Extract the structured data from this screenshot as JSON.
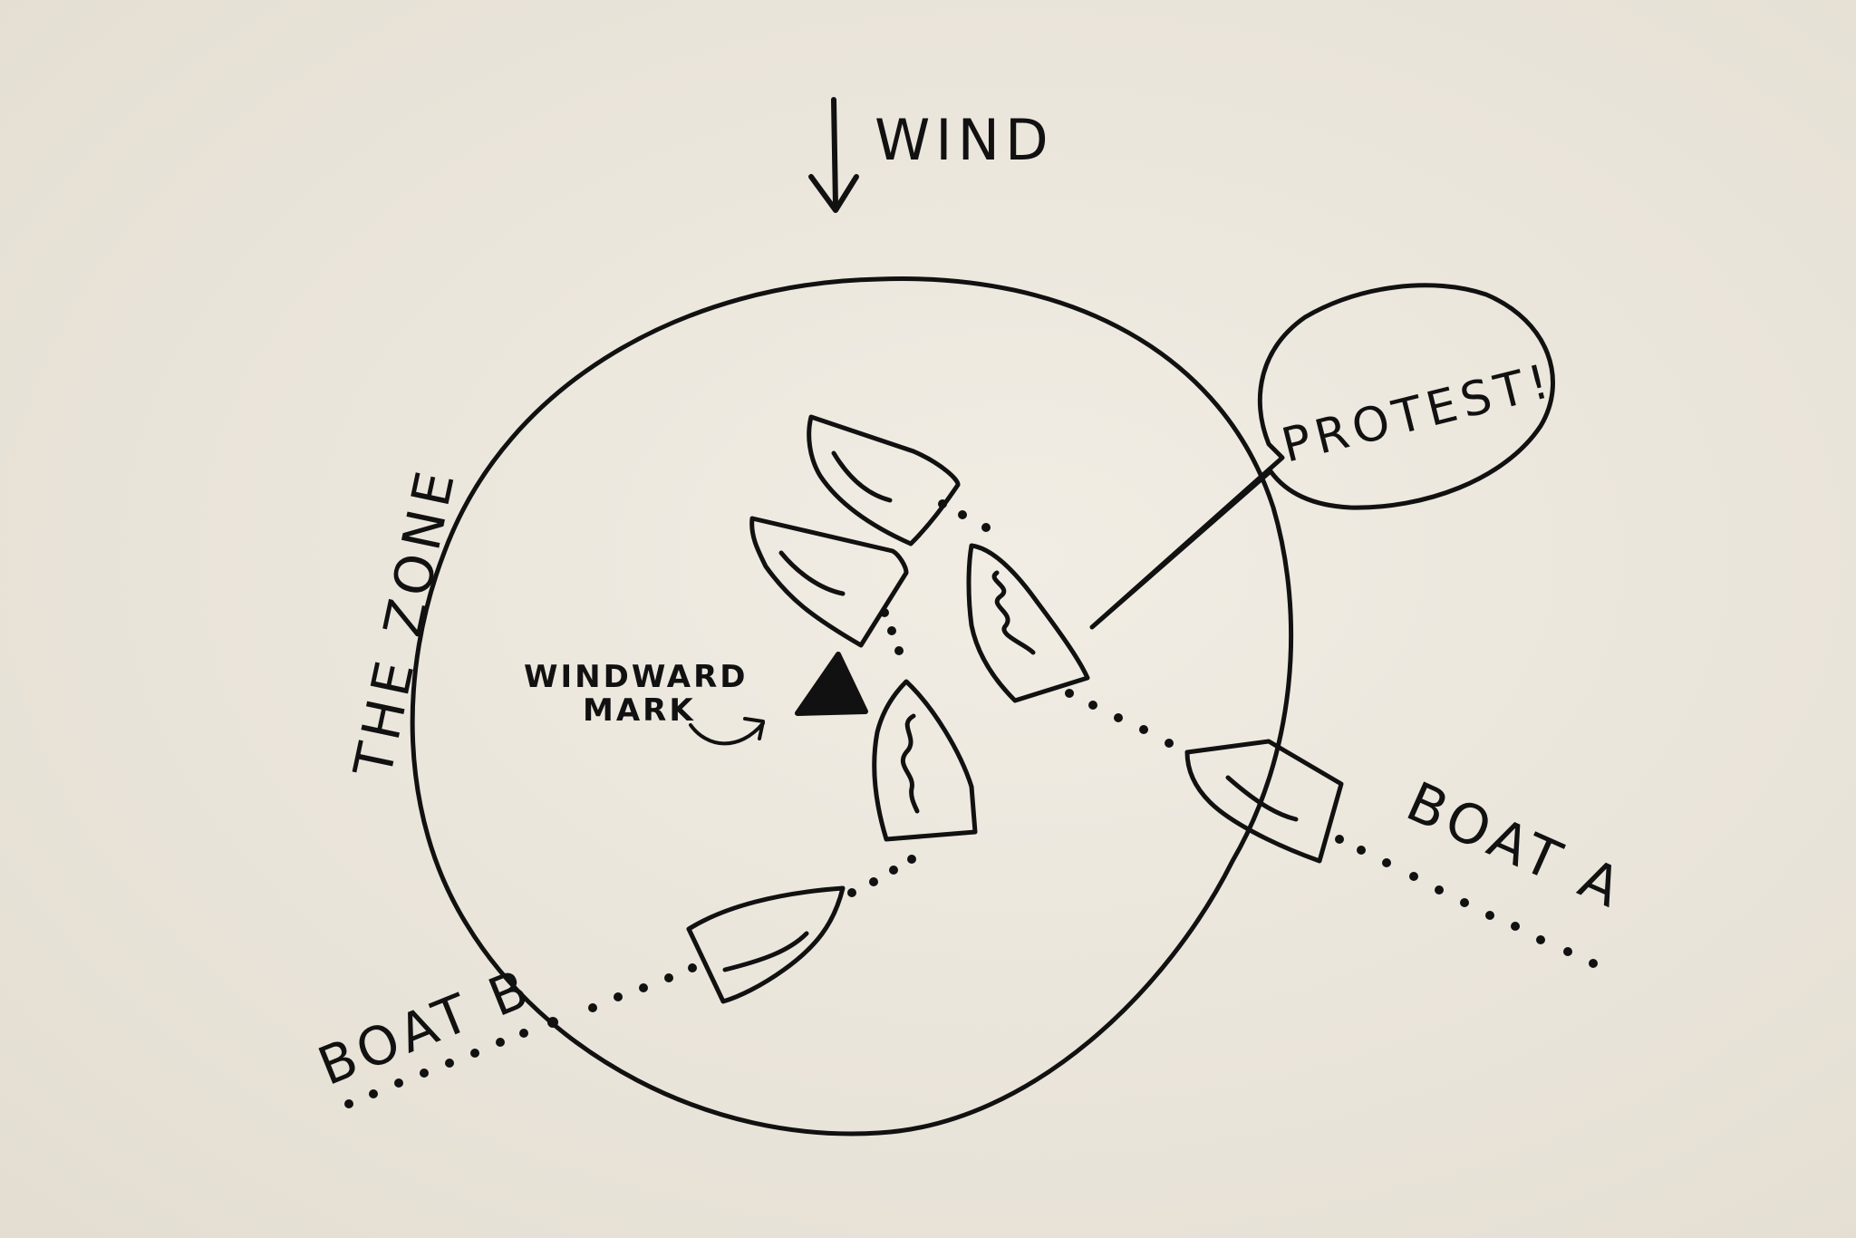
{
  "diagram": {
    "wind_label": "WIND",
    "zone_label": "THE ZONE",
    "mark_label_line1": "WINDWARD",
    "mark_label_line2": "MARK",
    "protest_label": "PROTEST!",
    "boat_a_label": "BOAT A",
    "boat_b_label": "BOAT B",
    "boat_count": 6
  },
  "colors": {
    "paper": "#ebe6dc",
    "ink": "#111111"
  },
  "icons": {
    "wind_arrow": "down-arrow-icon",
    "mark": "triangle-icon",
    "boats": "sailboat-hull-icon",
    "speech": "speech-bubble-icon"
  }
}
